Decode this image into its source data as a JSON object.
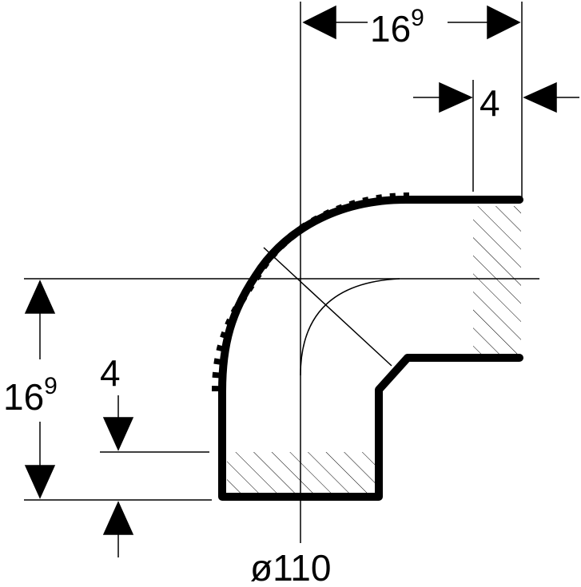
{
  "dimensions": {
    "top_width": {
      "main": "16",
      "sup": "9"
    },
    "socket_depth_top": "4",
    "left_height": {
      "main": "16",
      "sup": "9"
    },
    "socket_depth_bottom": "4",
    "diameter": "ø110"
  },
  "colors": {
    "line": "#000000",
    "background": "#ffffff"
  }
}
